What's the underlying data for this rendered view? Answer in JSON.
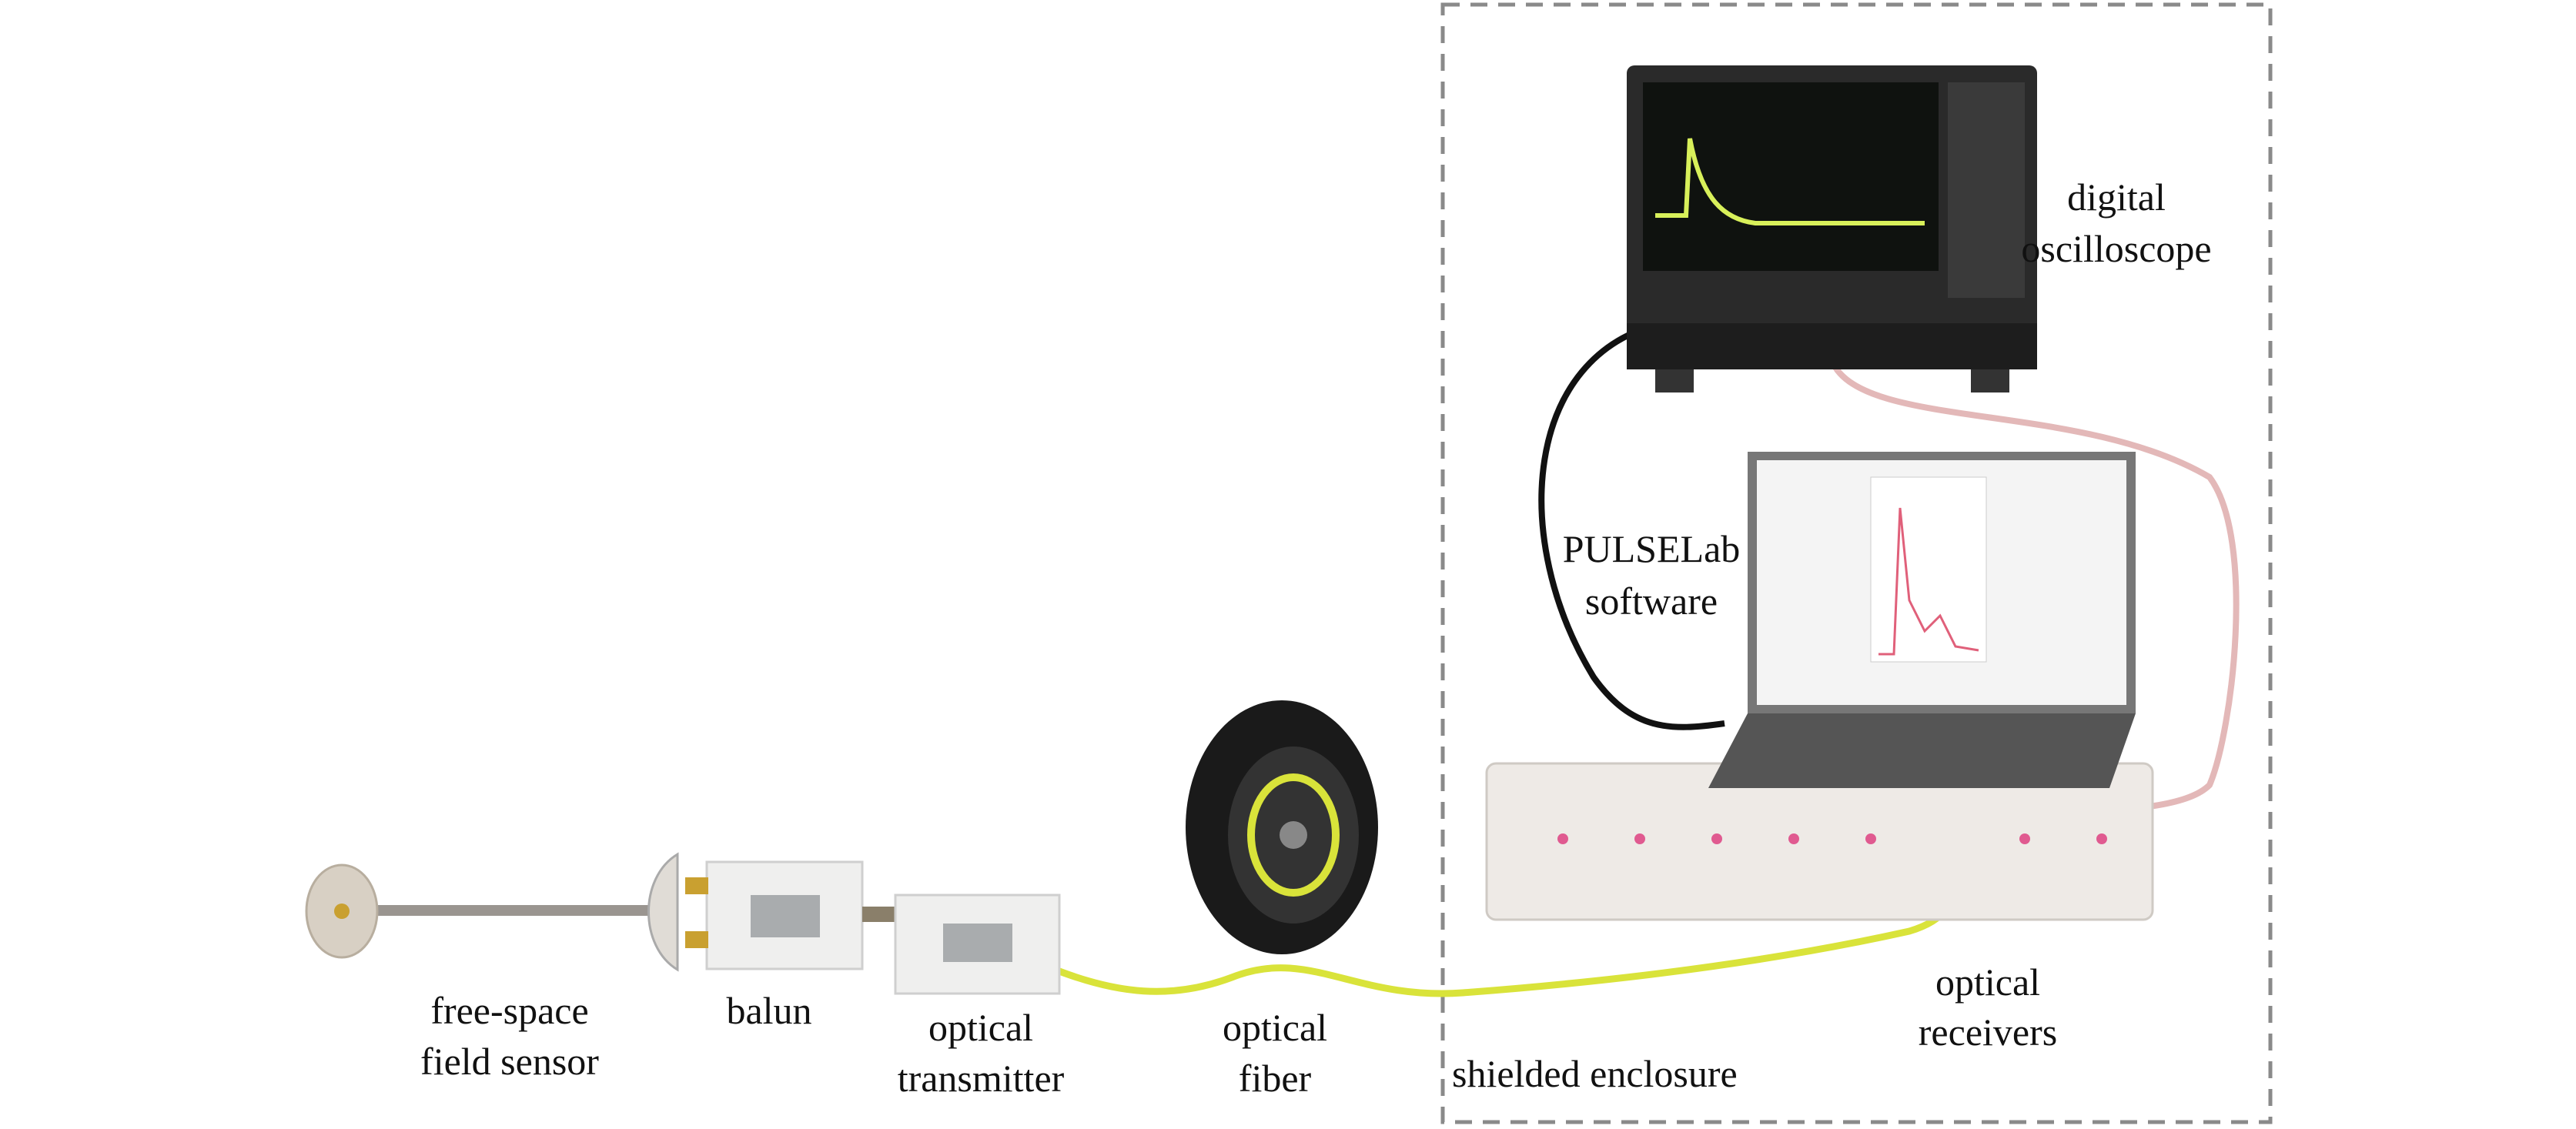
{
  "labels": {
    "sensor_line1": "free-space",
    "sensor_line2": "field sensor",
    "balun": "balun",
    "transmitter_line1": "optical",
    "transmitter_line2": "transmitter",
    "fiber_line1": "optical",
    "fiber_line2": "fiber",
    "enclosure": "shielded enclosure",
    "receivers_line1": "optical",
    "receivers_line2": "receivers",
    "software_line1": "PULSELab",
    "software_line2": "software",
    "scope_line1": "digital",
    "scope_line2": "oscilloscope"
  },
  "colors": {
    "fiber": "#d9e33a",
    "enclosure_border": "#8a8a8a",
    "scope_trace": "#d8f05a",
    "plot_trace": "#e0607a"
  }
}
